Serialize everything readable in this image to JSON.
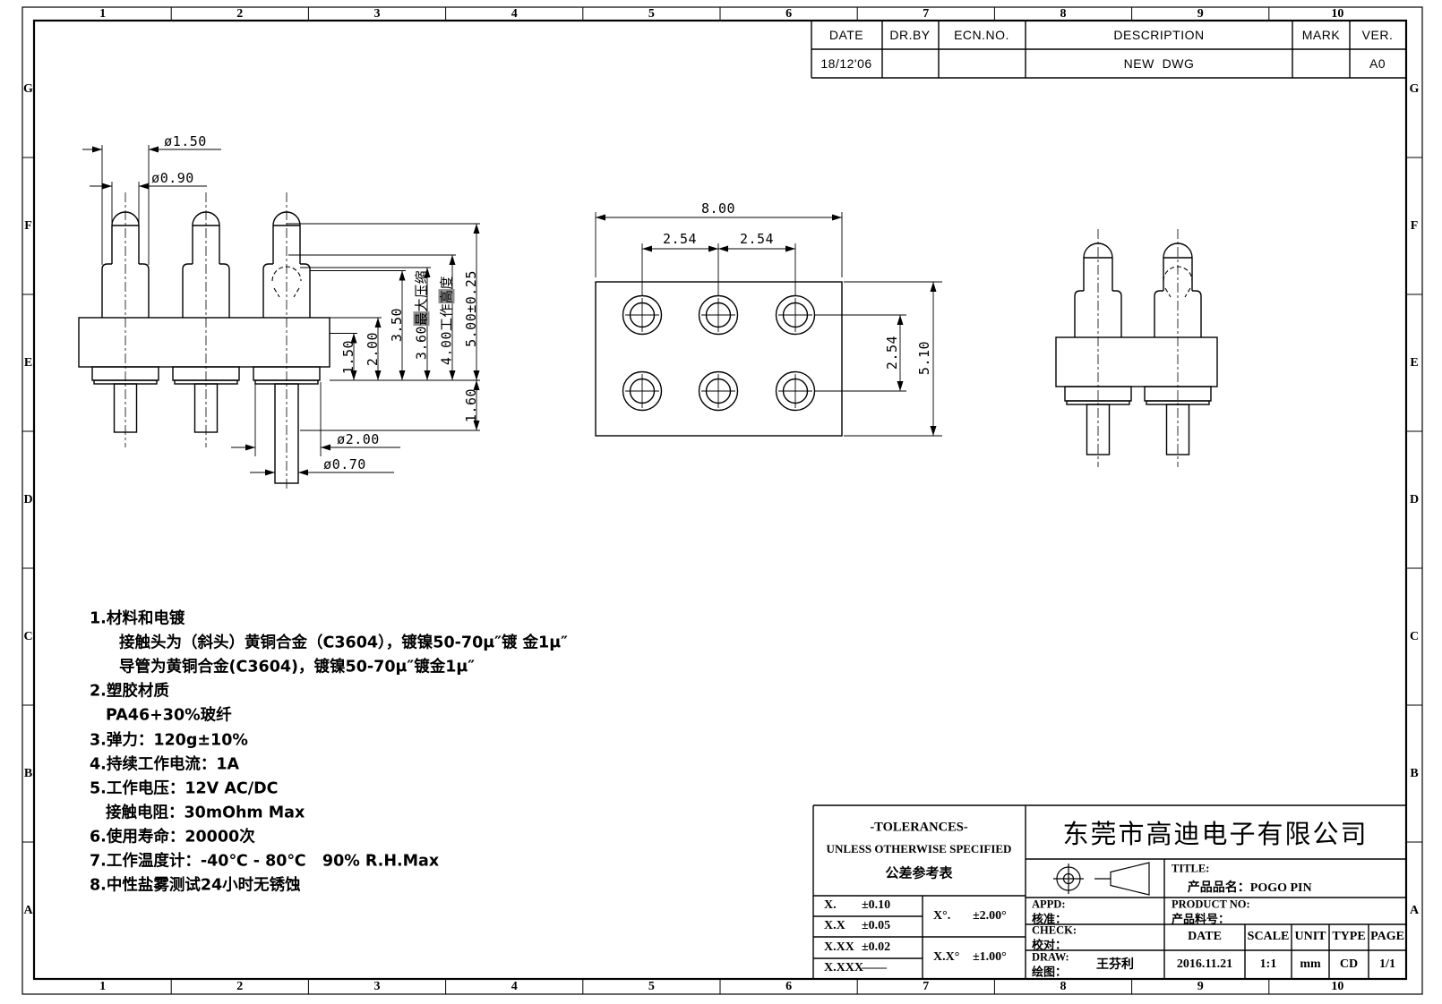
{
  "page": {
    "bg": "#ffffff",
    "line_color": "#000000"
  },
  "zones": {
    "columns": [
      "1",
      "2",
      "3",
      "4",
      "5",
      "6",
      "7",
      "8",
      "9",
      "10"
    ],
    "rows": [
      "G",
      "F",
      "E",
      "D",
      "C",
      "B",
      "A"
    ]
  },
  "revision_table": {
    "headers": [
      "DATE",
      "DR.BY",
      "ECN.NO.",
      "DESCRIPTION",
      "MARK",
      "VER."
    ],
    "entry": {
      "date": "18/12'06",
      "dr_by": "",
      "ecn_no": "",
      "description": "NEW  DWG",
      "mark": "",
      "ver": "A0"
    }
  },
  "side_view": {
    "dia_tip": "ø1.50",
    "dia_plunger": "ø0.90",
    "dim_1_50": "1.50",
    "dim_2_00": "2.00",
    "dim_3_50": "3.50",
    "dim_3_60": {
      "prefix": "3.60",
      "gray": "最",
      "suffix": "大压缩"
    },
    "dim_4_00": {
      "prefix": "4.00工作",
      "gray": "高",
      "suffix": "度"
    },
    "dim_5_00": "5.00±0.25",
    "dim_1_60": "1.60",
    "dia_flange": "ø2.00",
    "dia_tail": "ø0.70"
  },
  "top_view": {
    "dim_width": "8.00",
    "dim_pitch_a": "2.54",
    "dim_pitch_b": "2.54",
    "dim_pitch_v": "2.54",
    "dim_height": "5.10"
  },
  "notes": [
    {
      "text": "1.材料和电镀",
      "indent": 0
    },
    {
      "text": "接触头为（斜头）黄铜合金（C3604），镀镍50-70μ″镀 金1μ″",
      "indent": 33
    },
    {
      "text": "导管为黄铜合金(C3604)，镀镍50-70μ″镀金1μ″",
      "indent": 33
    },
    {
      "text": "2.塑胶材质",
      "indent": 0
    },
    {
      "text": "PA46+30%玻纤",
      "indent": 18
    },
    {
      "text": "3.弹力：120g±10%",
      "indent": 0
    },
    {
      "text": "4.持续工作电流：1A",
      "indent": 0
    },
    {
      "text": "5.工作电压：12V AC/DC",
      "indent": 0
    },
    {
      "text": "接触电阻：30mOhm Max",
      "indent": 18
    },
    {
      "text": "6.使用寿命：20000次",
      "indent": 0
    },
    {
      "text": "7.工作温度计：-40℃ - 80℃   90% R.H.Max",
      "indent": 0
    },
    {
      "text": "8.中性盐雾测试24小时无锈蚀",
      "indent": 0
    }
  ],
  "tolerances": {
    "title_en": "-TOLERANCES-",
    "subtitle_en": "UNLESS OTHERWISE SPECIFIED",
    "title_cn": "公差参考表",
    "linear": [
      {
        "label": "X.",
        "value": "±0.10"
      },
      {
        "label": "X.X",
        "value": "±0.05"
      },
      {
        "label": "X.XX",
        "value": "±0.02"
      },
      {
        "label": "X.XXX",
        "value": "——"
      }
    ],
    "angular": [
      {
        "label": "X°.",
        "value": "±2.00°"
      },
      {
        "label": "X.X°",
        "value": "±1.00°"
      }
    ]
  },
  "title_block": {
    "company": "东莞市高迪电子有限公司",
    "title_label": "TITLE:",
    "product_name_label": "产品品名：",
    "product_name": "POGO PIN",
    "product_no_label": "PRODUCT NO:",
    "product_no_cn": "产品料号：",
    "appd_label": "APPD:",
    "appd_cn": "核准：",
    "check_label": "CHECK:",
    "check_cn": "校对：",
    "draw_label": "DRAW:",
    "draw_cn": "绘图：",
    "draw_value": "王芬利",
    "info_headers": [
      "DATE",
      "SCALE",
      "UNIT",
      "TYPE",
      "PAGE"
    ],
    "info_values": [
      "2016.11.21",
      "1:1",
      "mm",
      "CD",
      "1/1"
    ]
  }
}
